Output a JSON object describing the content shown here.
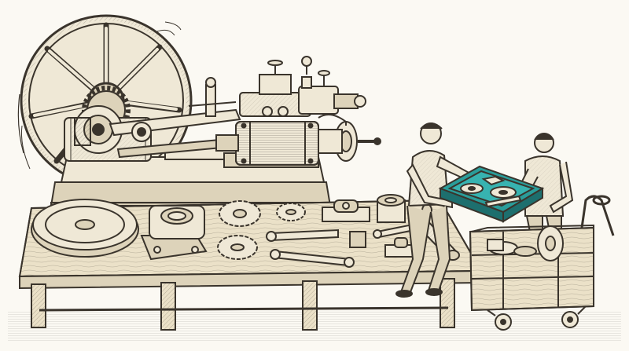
{
  "illustration": {
    "style": "engraved pen-and-ink illustration with cream fill and a single teal accent",
    "palette": {
      "paper": "#fbf9f3",
      "ink": "#3a342c",
      "cream": "#efe8d6",
      "cream_dark": "#ddd3ba",
      "wood": "#ebe1c8",
      "teal": "#2a9d9a",
      "teal_dark": "#1d6f6e"
    },
    "subjects": [
      "steam-engine",
      "flywheel",
      "workbench",
      "machine-parts",
      "worker-left",
      "worker-right",
      "teal-tray",
      "wooden-cart"
    ]
  }
}
